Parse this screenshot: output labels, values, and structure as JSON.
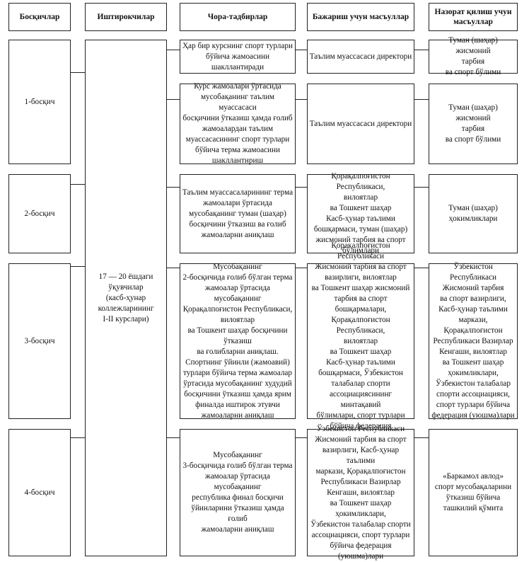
{
  "headers": {
    "stages": "Босқичлар",
    "participants": "Иштирокчилар",
    "activities": "Чора-тадбирлар",
    "executors": "Бажариш учун масъуллар",
    "supervisors": "Назорат қилиш учун\nмасъуллар"
  },
  "stages": [
    "1-босқич",
    "2-босқич",
    "3-босқич",
    "4-босқич"
  ],
  "participants": "17 — 20 ёшдаги\nўқувчилар\n(касб-ҳунар\nколлежларининг\nI-II курслари)",
  "rows": [
    {
      "activity": "Ҳар бир курснинг спорт турлари\nбўйича жамоасини\nшакллантиради",
      "executor": "Таълим муассасаси директори",
      "supervisor": "Туман (шаҳар) жисмоний\nтарбия\nва спорт бўлими"
    },
    {
      "activity": "Курс жамоалари ўртасида\nмусобақанинг таълим муассасаси\nбосқичини ўтказиш ҳамда ғолиб\nжамоалардан таълим\nмуассасасининг спорт турлари\nбўйича терма жамоасини\nшакллантириш",
      "executor": "Таълим муассасаси директори",
      "supervisor": "Туман (шаҳар) жисмоний\nтарбия\nва спорт бўлими"
    },
    {
      "activity": "Таълим муассасаларининг терма\nжамоалари ўртасида\nмусобақанинг туман (шаҳар)\nбосқичини ўтказиш ва ғолиб\nжамоаларни аниқлаш",
      "executor": "Қорақалпоғистон Республикаси,\nвилоятлар\nва Тошкент шаҳар\nКасб-ҳунар таълими\nбошқармаси, туман (шаҳар)\nжисмоний тарбия ва спорт\nбўлимлари",
      "supervisor": "Туман (шаҳар)\nҳокимликлари"
    },
    {
      "activity": "Мусобақанинг\n2-босқичида ғолиб бўлган терма\nжамоалар ўртасида мусобақанинг\nҚорақалпоғистон Республикаси,\nвилоятлар\nва Тошкент шаҳар босқичини\nўтказиш\nва ғолибларни аниқлаш.\nСпортнинг ўйинли (жамоавий)\nтурлари бўйича терма жамоалар\nўртасида мусобақанинг худудий\nбосқичини ўтказиш ҳамда ярим\nфиналда иштирок этувчи\nжамоаларни аниқлаш",
      "executor": "Қорақалпоғистон Республикаси\nЖисмоний тарбия ва спорт\nвазирлиги, вилоятлар\nва Тошкент шаҳар жисмоний\nтарбия ва спорт бошқармалари,\nҚорақалпоғистон Республикаси,\nвилоятлар\nва Тошкент шаҳар\nКасб-ҳунар таълими\nбошқармаси, Ўзбекистон\nталабалар спорти\nассоциациясининг минтақавий\nбўлимлари, спорт турлари\nбўйича федерация (уюшма)лари",
      "supervisor": "Ўзбекистон Республикаси\nЖисмоний тарбия\nва спорт вазирлиги,\nКасб-ҳунар таълими\nмаркази,\nҚорақалпоғистон\nРеспубликаси Вазирлар\nКенгаши, вилоятлар\nва Тошкент шаҳар\nҳокимликлари,\nЎзбекистон талабалар\nспорти ассоциацияси,\nспорт турлари бўйича\nфедерация (уюшма)лари"
    },
    {
      "activity": "Мусобақанинг\n3-босқичида ғолиб бўлган терма\nжамоалар ўртасида мусобақанинг\nреспублика финал босқичи\nўйинларини ўтказиш ҳамда ғолиб\nжамоаларни аниқлаш",
      "executor": "Ўзбекистон Республикаси\nЖисмоний тарбия ва спорт\nвазирлиги, Касб-ҳунар таълими\nмаркази, Қорақалпоғистон\nРеспубликаси Вазирлар\nКенгаши, вилоятлар\nва Тошкент шаҳар\nҳокимликлари,\nЎзбекистон талабалар спорти\nассоциацияси, спорт турлари\nбўйича федерация (уюшма)лари",
      "supervisor": "«Баркамол авлод»\nспорт мусобақаларини\nўтказиш бўйича\nташкилий қўмита"
    }
  ]
}
